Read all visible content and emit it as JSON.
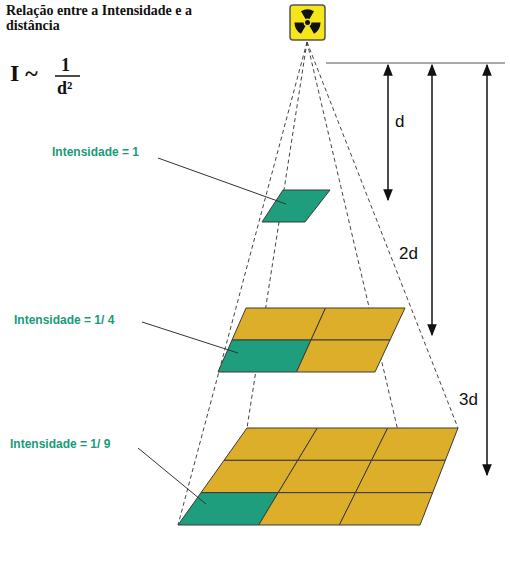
{
  "diagram": {
    "title": "Relação entre a Intensidade e a distância",
    "labels": [
      "I ~",
      "1",
      "d²",
      "Intensidade = 1",
      "d",
      "2d",
      "Intensidade = 1/ 4",
      "3d",
      "Intensidade = 1/ 9"
    ]
  }
}
